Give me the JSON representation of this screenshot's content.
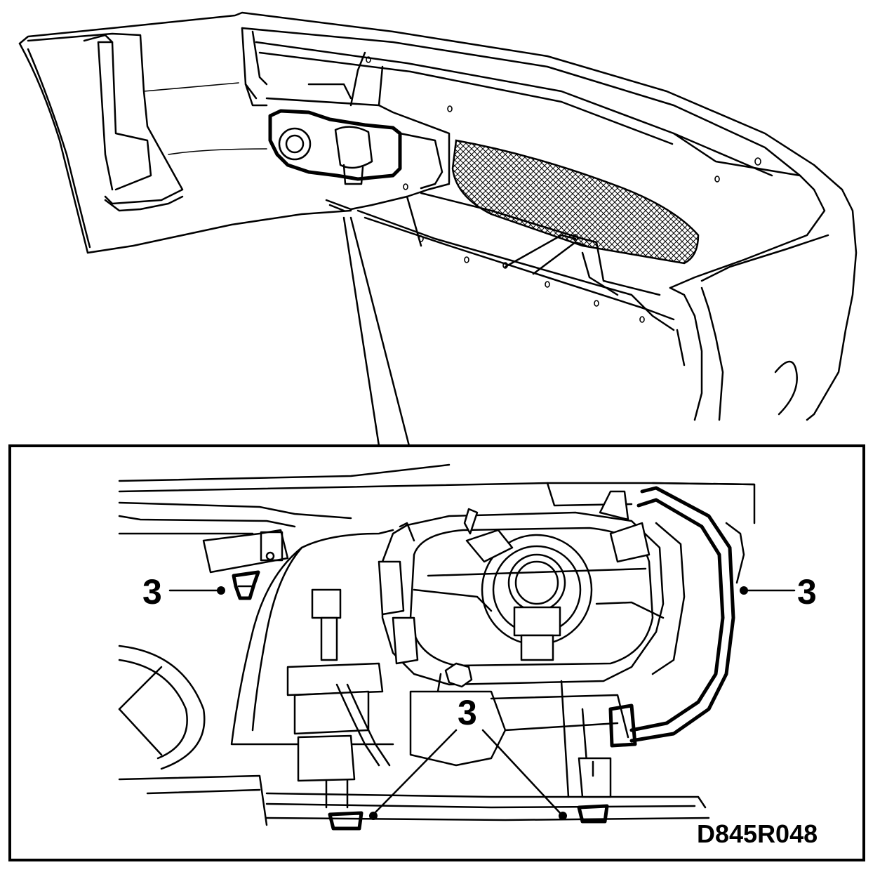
{
  "figure": {
    "code": "D845R048",
    "callout_label": "3",
    "callouts": [
      {
        "label": "3",
        "target": "upper-left-clip"
      },
      {
        "label": "3",
        "target": "right-edge-fastener"
      },
      {
        "label": "3",
        "target": "lower-left-bolt"
      },
      {
        "label": "3",
        "target": "lower-right-bolt"
      }
    ]
  },
  "colors": {
    "ink": "#000000",
    "paper": "#ffffff"
  }
}
